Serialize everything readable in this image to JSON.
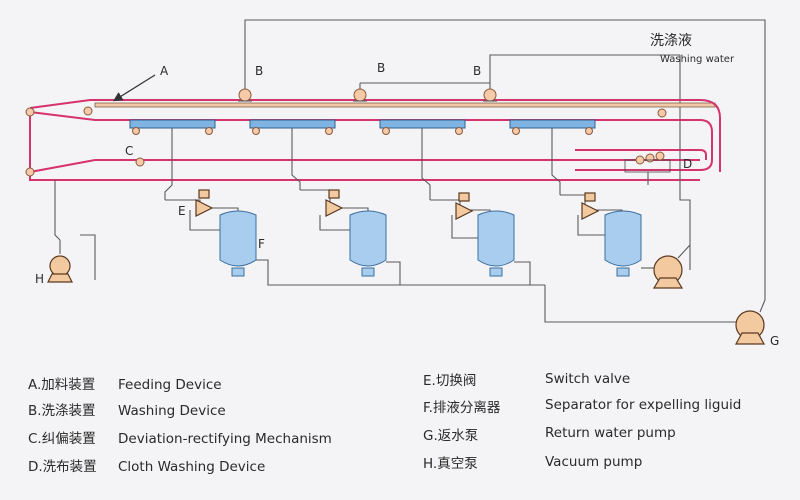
{
  "diagram": {
    "washing_water_cn": "洗涤液",
    "washing_water_en": "Washing water",
    "labels": {
      "A": "A",
      "B1": "B",
      "B2": "B",
      "B3": "B",
      "C": "C",
      "D": "D",
      "E": "E",
      "F": "F",
      "G": "G",
      "H": "H"
    },
    "colors": {
      "belt": "#d6336c",
      "band": "#f2c9a8",
      "separator": "#a9cdee",
      "pump": "#f3c9a0"
    }
  },
  "legend": {
    "left": [
      {
        "code": "A.加料装置",
        "en": "Feeding Device"
      },
      {
        "code": "B.洗涤装置",
        "en": "Washing Device"
      },
      {
        "code": "C.纠偏装置",
        "en": "Deviation-rectifying Mechanism"
      },
      {
        "code": "D.洗布装置",
        "en": "Cloth Washing Device"
      }
    ],
    "right": [
      {
        "code": "E.切换阀",
        "en": "Switch valve"
      },
      {
        "code": "F.排液分离器",
        "en": "Separator for expelling liguid"
      },
      {
        "code": "G.返水泵",
        "en": "Return water pump"
      },
      {
        "code": "H.真空泵",
        "en": "Vacuum pump"
      }
    ]
  }
}
